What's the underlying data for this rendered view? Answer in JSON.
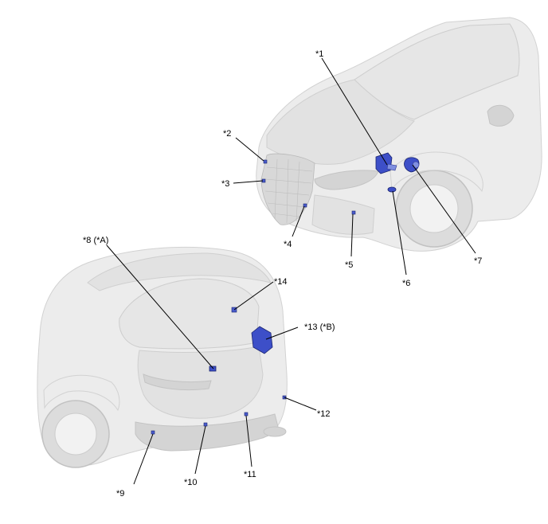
{
  "callouts": [
    {
      "id": "1",
      "label": "*1"
    },
    {
      "id": "2",
      "label": "*2"
    },
    {
      "id": "3",
      "label": "*3"
    },
    {
      "id": "4",
      "label": "*4"
    },
    {
      "id": "5",
      "label": "*5"
    },
    {
      "id": "6",
      "label": "*6"
    },
    {
      "id": "7",
      "label": "*7"
    },
    {
      "id": "8",
      "label": "*8 (*A)"
    },
    {
      "id": "9",
      "label": "*9"
    },
    {
      "id": "10",
      "label": "*10"
    },
    {
      "id": "11",
      "label": "*11"
    },
    {
      "id": "12",
      "label": "*12"
    },
    {
      "id": "13",
      "label": "*13 (*B)"
    },
    {
      "id": "14",
      "label": "*14"
    }
  ],
  "colors": {
    "part": "#3d4fc8",
    "vehicle_body": "#ececec",
    "leader": "#000000"
  }
}
